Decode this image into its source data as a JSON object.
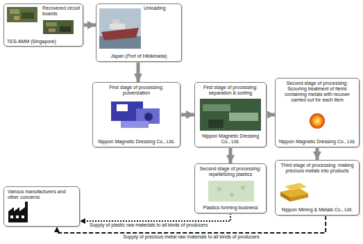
{
  "diagram": {
    "nodes": [
      {
        "text": [
          "Recovered circuit boards",
          "TES-AMM (Singapore)"
        ]
      },
      {
        "text": [
          "Unloading",
          "Japan (Port of Hibikinada)"
        ]
      },
      {
        "text": [
          "First stage of processing: pulverization",
          "Nippon Magnetic Dressing Co., Ltd."
        ]
      },
      {
        "text": [
          "First stage of processing: separation & sorting",
          "Nippon Magnetic Dressing Co., Ltd."
        ]
      },
      {
        "text": [
          "Second stage of processing: Scouring treatment of items containing metals with recover carried out for each item",
          "Nippon Magnetic Dressing Co., Ltd."
        ]
      },
      {
        "text": [
          "Second stage of processing: repelletizing plastics",
          "Plastics forming business"
        ]
      },
      {
        "text": [
          "Third stage of processing: making precious metals into products",
          "Nippon Mining & Metals Co., Ltd."
        ]
      },
      {
        "text": [
          "Various manufacturers and other concerns"
        ]
      }
    ],
    "edges": [
      {
        "from": 0,
        "to": 1,
        "arrow": "to"
      },
      {
        "from": 1,
        "to": 2,
        "arrow": "to"
      },
      {
        "from": 2,
        "to": 3,
        "arrow": "to"
      },
      {
        "from": 3,
        "to": 4,
        "arrow": "to"
      },
      {
        "from": 3,
        "to": 5,
        "arrow": "to"
      },
      {
        "from": 4,
        "to": 6,
        "arrow": "to"
      },
      {
        "from": 5,
        "to": 7,
        "label": "Supply of plastic raw materials to all kinds of producers",
        "arrow": "to"
      },
      {
        "from": 6,
        "to": 7,
        "label": "Supply of precious metal raw materials to all kinds of producers",
        "arrow": "to"
      }
    ]
  }
}
